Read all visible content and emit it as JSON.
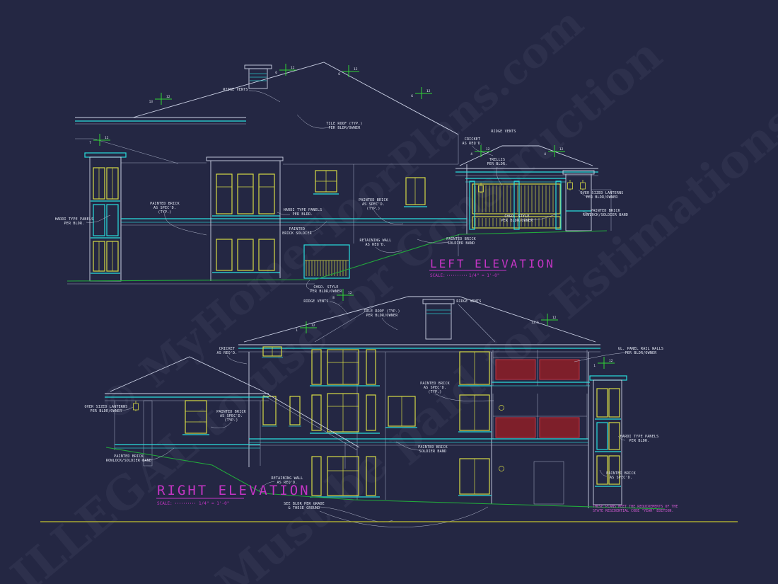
{
  "colors": {
    "background": "#242743",
    "line_white": "#ccd2e6",
    "cyan": "#29dede",
    "yellow": "#d6da45",
    "red_panel": "#7e1f2a",
    "green_grade": "#22a83c",
    "pitch_green": "#2fd435",
    "magenta_title": "#c435c4",
    "border_yellow": "#a8a832"
  },
  "watermark": {
    "line1": "© MyHomeFloorPlans.com",
    "line2": "ILLEGAL to use for Construction",
    "line3": "Must be paid for Estimations"
  },
  "titles": {
    "left": {
      "title": "LEFT ELEVATION",
      "scale_label": "SCALE:",
      "scale_value": "1/4\" = 1'-0\""
    },
    "right": {
      "title": "RIGHT ELEVATION",
      "scale_label": "SCALE:",
      "scale_value": "1/4\" = 1'-0\""
    }
  },
  "annotations": {
    "ridge_vents": "RIDGE VENTS",
    "tile_roof": "TILE ROOF (TYP.)\nPER BLDR/OWNER",
    "cricket": "CRICKET\nAS REQ'D.",
    "trellis": "TRELLIS\nPER BLDR.",
    "hardi": "HARDI TYPE PANELS\nPER BLDR.",
    "painted_brick": "PAINTED BRICK\nAS SPEC'D.\n(TYP.)",
    "painted_brick_short": "PAINTED BRICK\nAS SPEC'D.",
    "brick_soldier": "PAINTED\nBRICK SOLDIER",
    "soldier_band": "PAINTED BRICK\nSOLDIER BAND",
    "rowlock_band": "PAINTED BRICK\nROWLOCK/SOLDIER BAND",
    "retaining_wall": "RETAINING WALL\nAS REQ'D.",
    "chgo_style": "CHGO. STYLE\nPER BLDR/OWNER",
    "lanterns": "OVER SIZED LANTERNS\nPER BLDR/OWNER",
    "gl_panel": "GL. PANEL RAIL WALLS\nPER BLDR/OWNER",
    "grade_note": "SEE BLDR PER GRADE\n& THESE GROUND",
    "code_note": "THESE PLANS MEET THE REQUIREMENTS OF THE\nSTATE RESIDENTIAL CODE \"YEAR\" EDITION."
  },
  "pitch": {
    "run": "12",
    "rises": [
      "13",
      "7",
      "6",
      "6",
      "6",
      "4",
      "4",
      "8",
      "1",
      "13.5",
      "1"
    ]
  }
}
